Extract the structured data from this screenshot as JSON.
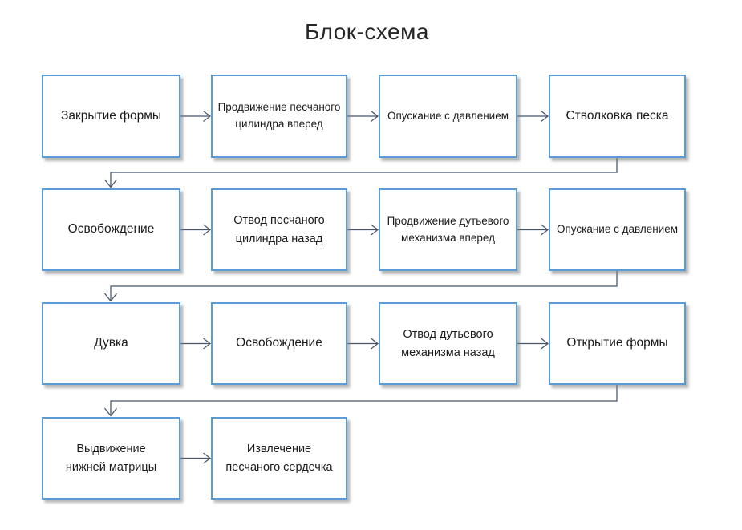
{
  "title": "Блок-схема",
  "colors": {
    "node_border": "#5b9bd5",
    "connector": "#44546a",
    "node_text": "#1b1b1b",
    "title_text": "#262626",
    "canvas_bg": "#ffffff"
  },
  "nodes": [
    {
      "label": "Закрытие формы"
    },
    {
      "label": "Продвижение песчаного\nцилиндра вперед"
    },
    {
      "label": "Опускание с давлением"
    },
    {
      "label": "Стволковка песка"
    },
    {
      "label": "Освобождение"
    },
    {
      "label": "Отвод песчаного\nцилиндра назад"
    },
    {
      "label": "Продвижение дутьевого\nмеханизма вперед"
    },
    {
      "label": "Опускание с давлением"
    },
    {
      "label": "Дувка"
    },
    {
      "label": "Освобождение"
    },
    {
      "label": "Отвод дутьевого\nмеханизма назад"
    },
    {
      "label": "Открытие формы"
    },
    {
      "label": "Выдвижение\nнижней матрицы"
    },
    {
      "label": "Извлечение\nпесчаного сердечка"
    }
  ],
  "edges": [
    [
      1,
      2
    ],
    [
      2,
      3
    ],
    [
      3,
      4
    ],
    [
      4,
      5
    ],
    [
      5,
      6
    ],
    [
      6,
      7
    ],
    [
      7,
      8
    ],
    [
      8,
      9
    ],
    [
      9,
      10
    ],
    [
      10,
      11
    ],
    [
      11,
      12
    ],
    [
      12,
      13
    ],
    [
      13,
      14
    ]
  ]
}
